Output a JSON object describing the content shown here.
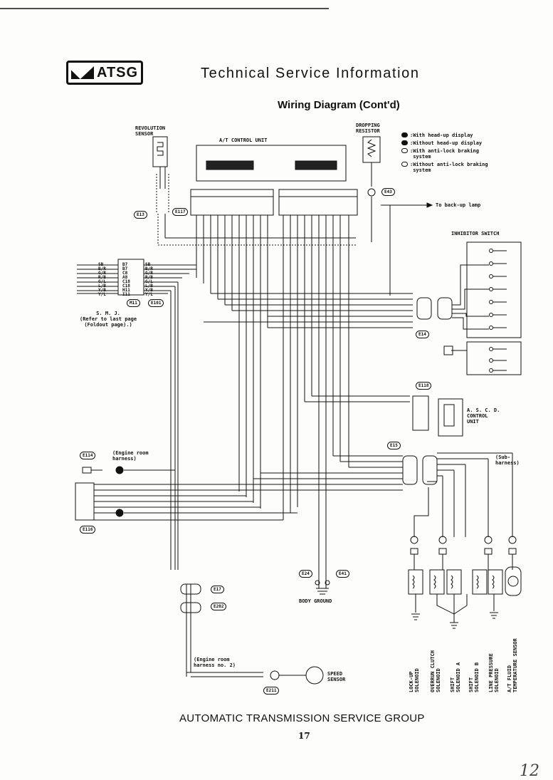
{
  "header": {
    "logo_text": "ATSG",
    "title": "Technical Service Information"
  },
  "diagram": {
    "heading": "Wiring Diagram (Cont'd)",
    "labels": {
      "revolution_sensor": "REVOLUTION\nSENSOR",
      "at_control_unit": "A/T CONTROL UNIT",
      "dropping_resistor": "DROPPING\nRESISTOR",
      "to_backup_lamp": "To back-up lamp",
      "inhibitor_switch": "INHIBITOR SWITCH",
      "smj": "S. M. J.\n(Refer to last page\n(Foldout page).)",
      "ascd": "A. S. C. D.\nCONTROL\nUNIT",
      "engine_room_harness": "(Engine room\nharness)",
      "engine_room_harness_2": "(Engine room\nharness no. 2)",
      "sub_harness": "(Sub-\nharness)",
      "body_ground": "BODY GROUND",
      "speed_sensor": "SPEED\nSENSOR"
    },
    "legend": [
      {
        "symbol": "HU",
        "text": ":With head-up display"
      },
      {
        "symbol": "NH",
        "text": ":Without head-up display"
      },
      {
        "symbol": "AL",
        "text": ":With anti-lock braking\n system"
      },
      {
        "symbol": "NA",
        "text": ":Without anti-lock braking\n system"
      }
    ],
    "connectors": {
      "e13": "E13",
      "e117": "E117",
      "e43": "E43",
      "m11": "M11",
      "e101": "E101",
      "e14": "E14",
      "e118": "E118",
      "e15": "E15",
      "e114": "E114",
      "e116": "E116",
      "e24": "E24",
      "e41": "E41",
      "e17": "E17",
      "e202": "E202",
      "e211": "E211"
    },
    "smj_left": [
      "SB",
      "B/R",
      "G/R",
      "R/B",
      "G/L",
      "L/B",
      "Y/B",
      "Y/L"
    ],
    "smj_right": [
      "SB",
      "B/R",
      "G/R",
      "R/B",
      "G/L",
      "L/B",
      "Y/B",
      "Y/L"
    ],
    "smj_pins": [
      "B7",
      "B7",
      "C8",
      "A8",
      "C18",
      "C18",
      "H11",
      "I11"
    ],
    "solenoids": [
      "LOCK-UP\nSOLENOID",
      "OVERRUN CLUTCH\nSOLENOID",
      "SHIFT\nSOLENOID A",
      "SHIFT\nSOLENOID B",
      "LINE PRESSURE\nSOLENOID",
      "A/T FLUID\nTEMPERATURE SENSOR"
    ]
  },
  "footer": {
    "org": "AUTOMATIC TRANSMISSION SERVICE GROUP",
    "page_number": "17",
    "handwritten": "12"
  }
}
